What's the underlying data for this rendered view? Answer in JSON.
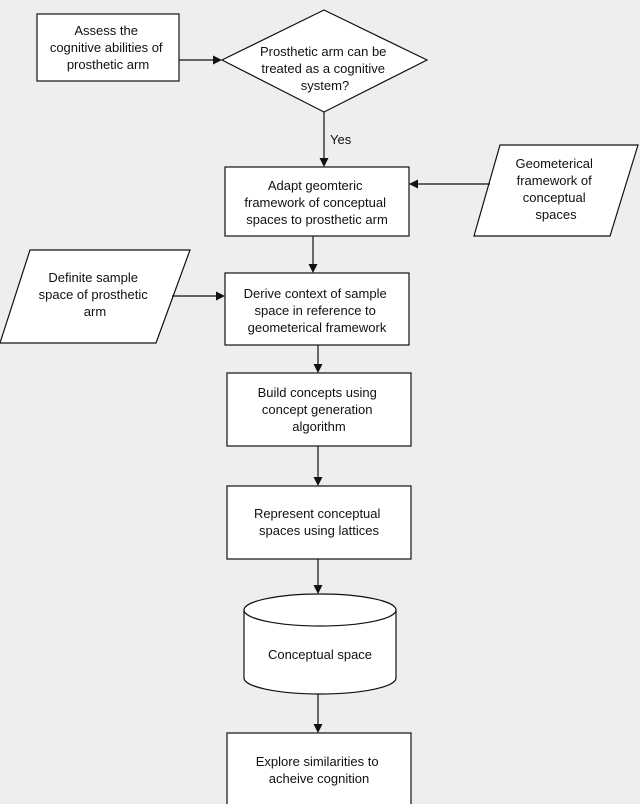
{
  "nodes": {
    "assess": {
      "lines": [
        "Assess the",
        "cognitive abilities of",
        "prosthetic arm"
      ]
    },
    "decision": {
      "lines": [
        "Prosthetic arm can be",
        "treated as a cognitive",
        "system?"
      ]
    },
    "adapt": {
      "lines": [
        "Adapt geomteric",
        "framework of conceptual",
        "spaces to prosthetic arm"
      ]
    },
    "geo_input": {
      "lines": [
        "Geometerical",
        "framework of",
        "conceptual",
        "spaces"
      ]
    },
    "sample_input": {
      "lines": [
        "Definite sample",
        "space of prosthetic",
        "arm"
      ]
    },
    "derive": {
      "lines": [
        "Derive context of sample",
        "space in reference to",
        "geometerical framework"
      ]
    },
    "build": {
      "lines": [
        "Build concepts using",
        "concept generation",
        "algorithm"
      ]
    },
    "represent": {
      "lines": [
        "Represent conceptual",
        "spaces using lattices"
      ]
    },
    "store": {
      "lines": [
        "Conceptual space"
      ]
    },
    "explore": {
      "lines": [
        "Explore similarities to",
        "acheive cognition"
      ]
    }
  },
  "edges": {
    "yes_label": "Yes"
  }
}
